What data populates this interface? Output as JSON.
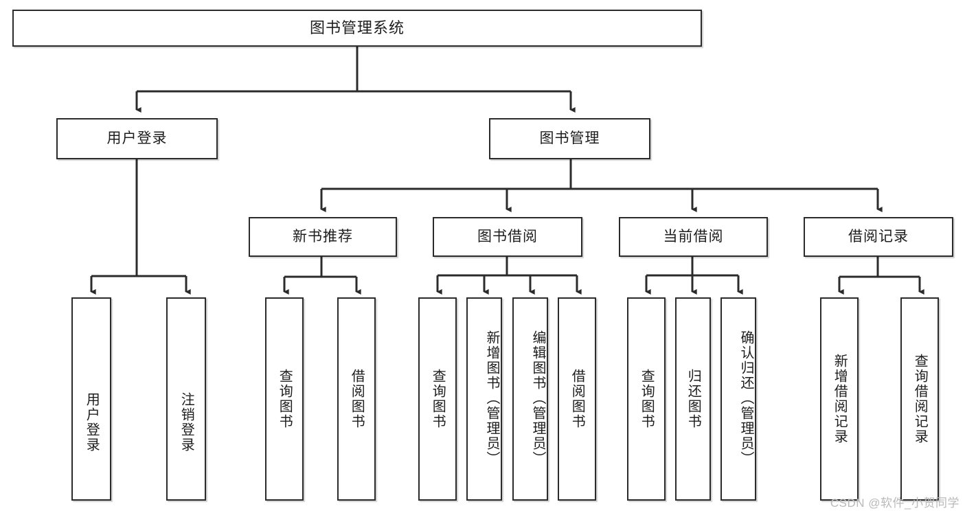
{
  "diagram": {
    "type": "tree-hierarchy",
    "title": "图书管理系统",
    "orientation": "top-down",
    "colors": {
      "box_border": "#2b2b2b",
      "box_fill": "#ffffff",
      "connector": "#2b2b2b",
      "text": "#1d1d1d",
      "watermark": "#b9b9b9",
      "background": "#ffffff"
    }
  },
  "root": {
    "label": "图书管理系统"
  },
  "level2": [
    {
      "id": "user-login",
      "label": "用户登录"
    },
    {
      "id": "book-manage",
      "label": "图书管理"
    }
  ],
  "level3": [
    {
      "id": "new-book-recommend",
      "label": "新书推荐",
      "parent": "book-manage"
    },
    {
      "id": "book-borrow",
      "label": "图书借阅",
      "parent": "book-manage"
    },
    {
      "id": "current-borrow",
      "label": "当前借阅",
      "parent": "book-manage"
    },
    {
      "id": "borrow-record",
      "label": "借阅记录",
      "parent": "book-manage"
    }
  ],
  "leaves": [
    {
      "id": "leaf-user-login",
      "label": "用户登录",
      "parent": "user-login"
    },
    {
      "id": "leaf-logout",
      "label": "注销登录",
      "parent": "user-login"
    },
    {
      "id": "leaf-query-book-1",
      "label": "查询图书",
      "parent": "new-book-recommend"
    },
    {
      "id": "leaf-borrow-book-1",
      "label": "借阅图书",
      "parent": "new-book-recommend"
    },
    {
      "id": "leaf-query-book-2",
      "label": "查询图书",
      "parent": "book-borrow"
    },
    {
      "id": "leaf-add-book",
      "label": "新增图书（管理员）",
      "parent": "book-borrow"
    },
    {
      "id": "leaf-edit-book",
      "label": "编辑图书（管理员）",
      "parent": "book-borrow"
    },
    {
      "id": "leaf-borrow-book-2",
      "label": "借阅图书",
      "parent": "book-borrow"
    },
    {
      "id": "leaf-query-book-3",
      "label": "查询图书",
      "parent": "current-borrow"
    },
    {
      "id": "leaf-return-book",
      "label": "归还图书",
      "parent": "current-borrow"
    },
    {
      "id": "leaf-confirm-return",
      "label": "确认归还（管理员）",
      "parent": "current-borrow"
    },
    {
      "id": "leaf-add-record",
      "label": "新增借阅记录",
      "parent": "borrow-record"
    },
    {
      "id": "leaf-query-record",
      "label": "查询借阅记录",
      "parent": "borrow-record"
    }
  ],
  "watermark": {
    "text": "CSDN @软件_小贺同学"
  }
}
